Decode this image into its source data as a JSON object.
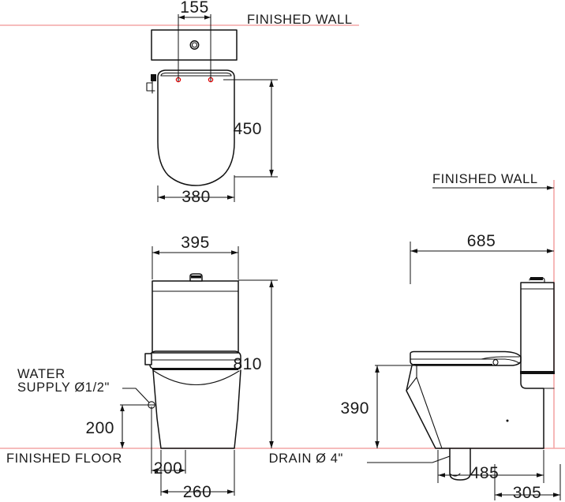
{
  "drawing": {
    "title": "Two-piece toilet installation dimension drawing",
    "units": "mm",
    "views": [
      {
        "name": "top-view",
        "label": ""
      },
      {
        "name": "front-elevation",
        "label": ""
      },
      {
        "name": "side-elevation",
        "label": ""
      }
    ]
  },
  "colors": {
    "wall_line": "#f4a6a6",
    "object_line": "#111111",
    "hole_marker": "#e00000",
    "background": "#ffffff"
  },
  "annotations": {
    "finished_wall_top": "FINISHED  WALL",
    "finished_wall_right": "FINISHED  WALL",
    "finished_floor": "FINISHED  FLOOR",
    "water_supply_line1": "WATER",
    "water_supply_line2": "SUPPLY Ø1/2\"",
    "drain": "DRAIN Ø 4\""
  },
  "dimensions": {
    "top_view": {
      "bolt_spacing": "155",
      "bowl_width": "380",
      "bowl_depth_from_wall": "450"
    },
    "front_view": {
      "tank_width": "395",
      "total_height": "810",
      "supply_height": "200",
      "foot_inner_width": "200",
      "foot_outer_width": "260"
    },
    "side_view": {
      "overall_length": "685",
      "bowl_rim_height": "390",
      "drain_from_wall": "485",
      "tank_depth": "305"
    }
  }
}
